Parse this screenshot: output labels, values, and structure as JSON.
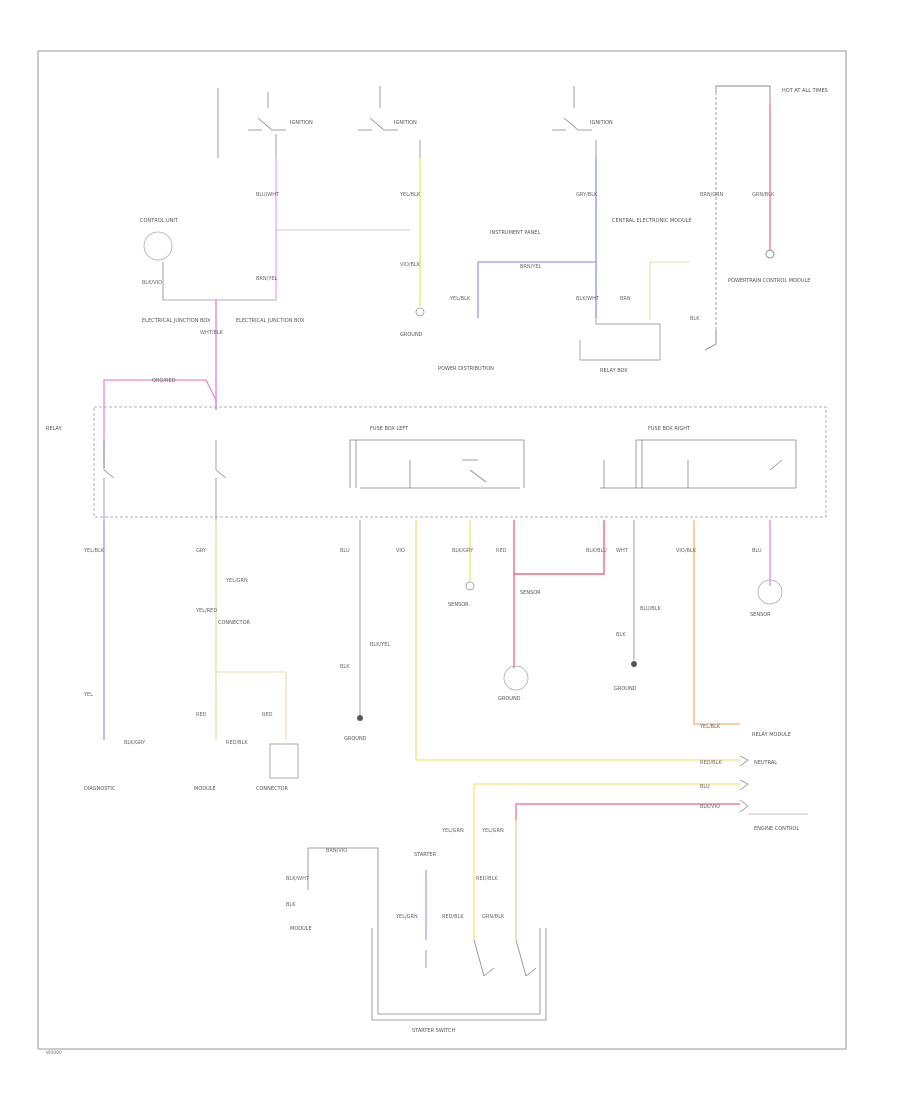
{
  "colors": {
    "pink": "#f7a8e0",
    "magenta": "#e889d6",
    "yellow": "#f2e56b",
    "blue": "#8f9ff2",
    "red": "#f06b7c",
    "orange": "#f3b56c",
    "tan": "#e8dca8",
    "frame": "#999999",
    "wire_gray": "#777777"
  },
  "wire_labels": {
    "l1": "BLU/WHT",
    "l2": "BRN/YEL",
    "l3": "YEL/BLK",
    "l4": "VIO/BLK",
    "l5": "GRY/BLK",
    "l6": "BLK/WHT",
    "l7": "BRN/GRN",
    "l8": "GRN/BLK",
    "l9": "BLK/VIO",
    "l10": "WHT/BLK",
    "l11": "YEL/BLK",
    "l12": "BRN",
    "l13": "BLK",
    "l14": "YEL/BLK",
    "l15": "GRY",
    "l16": "BLU",
    "l17": "VIO",
    "l18": "BLK/GRY",
    "l19": "RED",
    "l20": "BLK/BLU",
    "l21": "WHT",
    "l22": "VIO/BLK",
    "l23": "BLU",
    "l24": "YEL/RED",
    "l25": "YEL",
    "l26": "RED",
    "l27": "RED",
    "l28": "BLK",
    "l29": "BLK",
    "l30": "BLK/YEL",
    "l31": "BLU/BLK",
    "l32": "YEL/BLK",
    "l33": "RED/BLK",
    "l34": "BLU",
    "l35": "BLK/VIO",
    "l36": "YEL/GRN",
    "l37": "YEL/GRN",
    "l38": "RED/BLK",
    "l39": "GRN/BLK",
    "l40": "BRN/VIO",
    "l41": "BLK/WHT",
    "l42": "BLK",
    "l43": "YEL/GRN",
    "l44": "RED/BLK",
    "l45": "ORG/RED",
    "l46": "BRN/YEL",
    "l47": "YEL/GRN",
    "l48": "RED/BLK",
    "l49": "BLK/GRY"
  },
  "components": {
    "c_frame_left": "RELAY",
    "c_ign1": "IGNITION",
    "c_ign2": "IGNITION",
    "c_ign3": "IGNITION",
    "c_ctrl_top": "CONTROL UNIT",
    "c_fuse_hot": "HOT AT ALL TIMES",
    "c_elec_jb_left": "ELECTRICAL JUNCTION BOX",
    "c_elec_jb_right": "ELECTRICAL JUNCTION BOX",
    "c_instrument": "INSTRUMENT PANEL",
    "c_central": "CENTRAL ELECTRONIC MODULE",
    "c_powertrain": "POWERTRAIN CONTROL MODULE",
    "c_ground_top": "GROUND",
    "c_relay_box": "RELAY BOX",
    "c_power_dist": "POWER DISTRIBUTION",
    "c_fuse_box_l": "FUSE BOX LEFT",
    "c_fuse_box_r": "FUSE BOX RIGHT",
    "c_sensor_left": "SENSOR",
    "c_sensor_mid": "SENSOR",
    "c_sensor_right": "SENSOR",
    "c_ground_l": "GROUND",
    "c_ground_m": "GROUND",
    "c_ground_r": "GROUND",
    "c_connector_a": "CONNECTOR",
    "c_connector_b": "CONNECTOR",
    "c_diagnostic": "DIAGNOSTIC",
    "c_module_bottom_l": "MODULE",
    "c_module_bottom_m": "MODULE",
    "c_starter": "STARTER",
    "c_starter_switch": "STARTER SWITCH",
    "c_neutral": "NEUTRAL",
    "c_engine_ctrl": "ENGINE CONTROL",
    "c_relay_module": "RELAY MODULE"
  },
  "footer": {
    "ref_code": "W0000"
  }
}
